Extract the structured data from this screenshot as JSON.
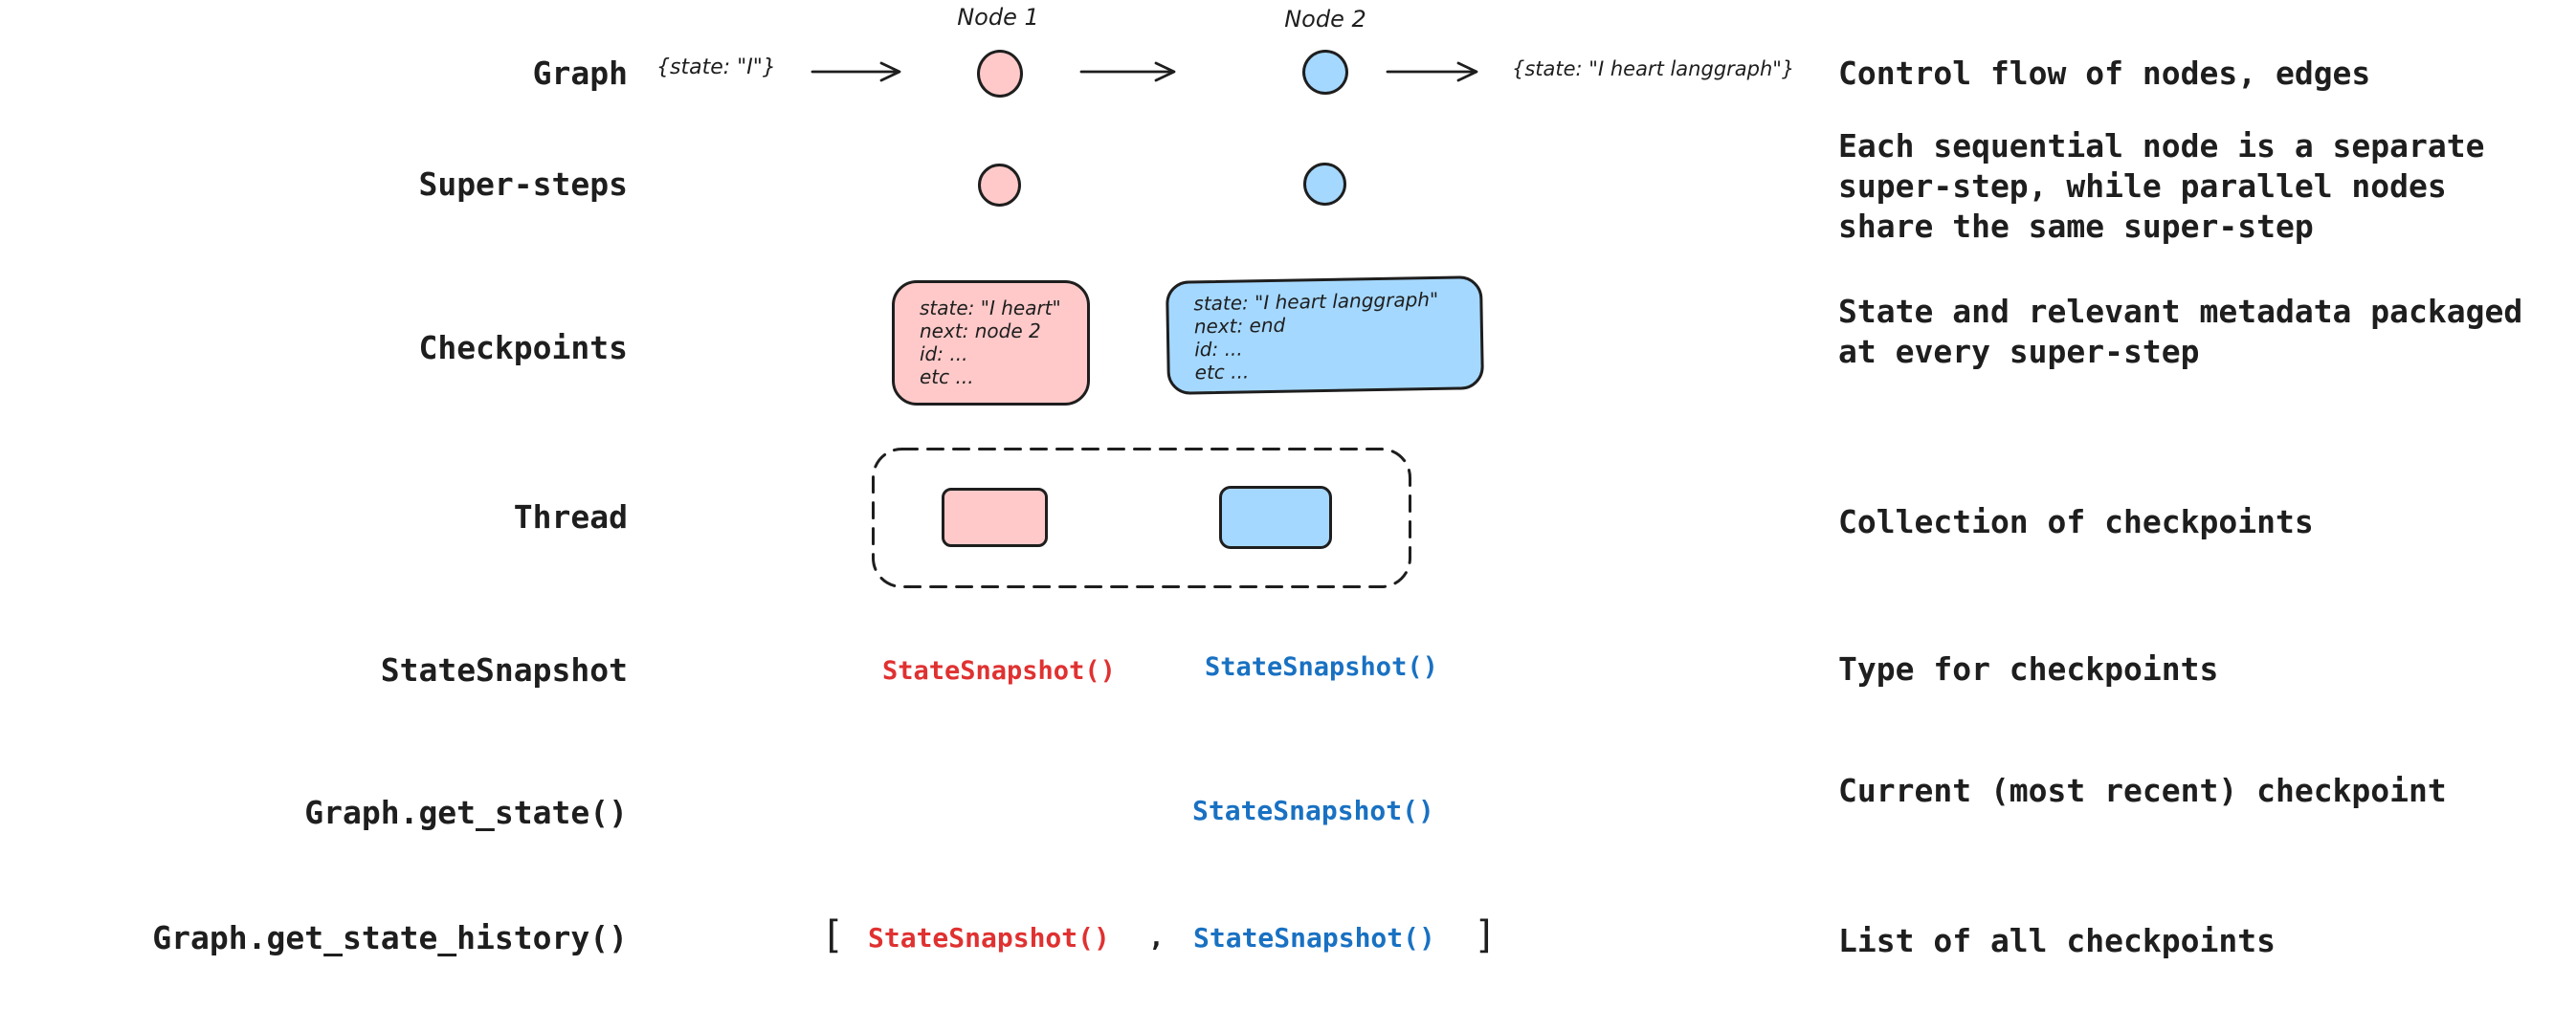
{
  "palette": {
    "ink": "#1e1e1e",
    "pink_fill": "#ffc9c9",
    "blue_fill": "#a5d8ff",
    "red_code": "#e03131",
    "blue_code": "#1971c2",
    "background": "#ffffff"
  },
  "rows": [
    {
      "label": "Graph",
      "desc": "Control flow of nodes, edges"
    },
    {
      "label": "Super-steps",
      "desc": "Each sequential node is a separate\nsuper-step, while parallel nodes\nshare the same super-step"
    },
    {
      "label": "Checkpoints",
      "desc": "State and relevant metadata packaged\nat every super-step"
    },
    {
      "label": "Thread",
      "desc": "Collection of checkpoints"
    },
    {
      "label": "StateSnapshot",
      "desc": "Type for checkpoints"
    },
    {
      "label": "Graph.get_state()",
      "desc": "Current (most recent) checkpoint"
    },
    {
      "label": "Graph.get_state_history()",
      "desc": "List of all checkpoints"
    }
  ],
  "diagram": {
    "node1_title": "Node 1",
    "node2_title": "Node 2",
    "input_state": "{state: \"I\"}",
    "output_state": "{state: \"I heart langgraph\"}",
    "checkpoint_pink": {
      "lines": [
        "state: \"I heart\"",
        "next: node 2",
        "id: ...",
        "etc ..."
      ]
    },
    "checkpoint_blue": {
      "lines": [
        "state: \"I heart langgraph\"",
        "next: end",
        "id: ...",
        "etc ..."
      ]
    },
    "snapshot_red": "StateSnapshot()",
    "snapshot_blue": "StateSnapshot()",
    "get_state_result": "StateSnapshot()",
    "history_open": "[",
    "history_comma": ",",
    "history_close": "]"
  }
}
